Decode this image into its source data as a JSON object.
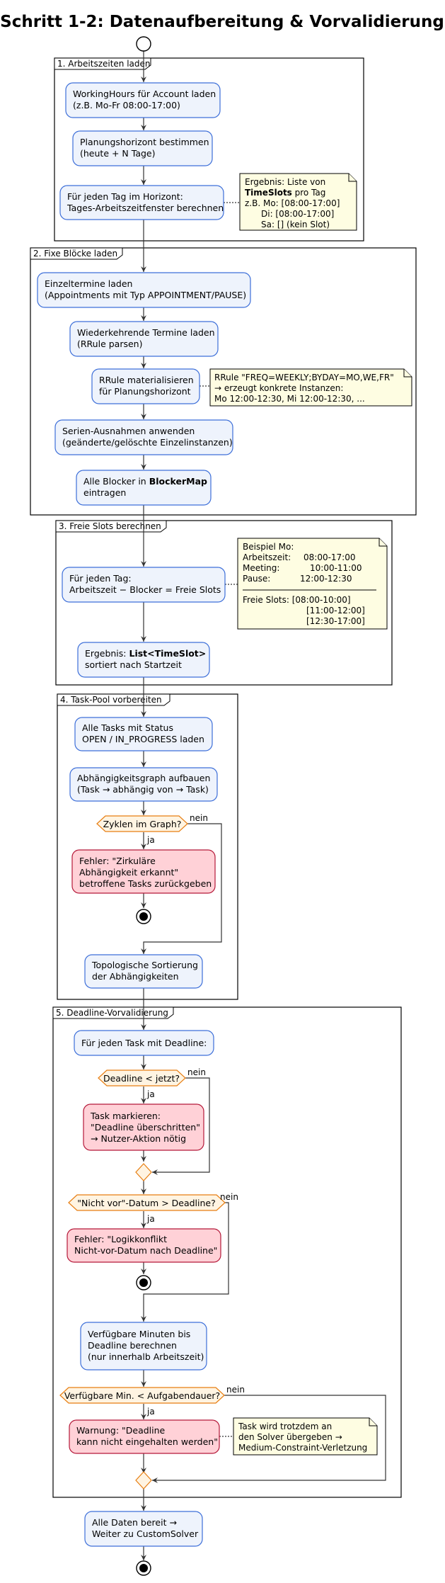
{
  "title": "Schritt 1-2: Datenaufbereitung & Vorvalidierung",
  "partitions": {
    "p1": "1. Arbeitszeiten laden",
    "p2": "2. Fixe Blöcke laden",
    "p3": "3. Freie Slots berechnen",
    "p4": "4. Task-Pool vorbereiten",
    "p5": "5. Deadline-Vorvalidierung"
  },
  "acts": {
    "a1": [
      "WorkingHours für Account laden",
      "(z.B. Mo-Fr 08:00-17:00)"
    ],
    "a2": [
      "Planungshorizont bestimmen",
      "(heute + N Tage)"
    ],
    "a3": [
      "Für jeden Tag im Horizont:",
      "Tages-Arbeitszeitfenster berechnen"
    ],
    "b1": [
      "Einzeltermine laden",
      "(Appointments mit Typ APPOINTMENT/PAUSE)"
    ],
    "b2": [
      "Wiederkehrende Termine laden",
      "(RRule parsen)"
    ],
    "b3": [
      "RRule materialisieren",
      "für Planungshorizont"
    ],
    "b4": [
      "Serien-Ausnahmen anwenden",
      "(geänderte/gelöschte Einzelinstanzen)"
    ],
    "b5_pre": "Alle Blocker in ",
    "b5_bold": "BlockerMap",
    "b5_line2": "eintragen",
    "c1": [
      "Für jeden Tag:",
      "Arbeitszeit − Blocker = Freie Slots"
    ],
    "c2_pre": "Ergebnis: ",
    "c2_bold": "List<TimeSlot>",
    "c2_line2": "sortiert nach Startzeit",
    "d1": [
      "Alle Tasks mit Status",
      "OPEN / IN_PROGRESS laden"
    ],
    "d2": [
      "Abhängigkeitsgraph aufbauen",
      "(Task → abhängig von → Task)"
    ],
    "d3": [
      "Topologische Sortierung",
      "der Abhängigkeiten"
    ],
    "e1": [
      "Für jeden Task mit Deadline:"
    ],
    "e2": [
      "Verfügbare Minuten bis",
      "Deadline berechnen",
      "(nur innerhalb Arbeitszeit)"
    ],
    "final": [
      "Alle Daten bereit →",
      "Weiter zu CustomSolver"
    ]
  },
  "errors": {
    "err1": [
      "Fehler: \"Zirkuläre",
      "Abhängigkeit erkannt\"",
      "betroffene Tasks zurückgeben"
    ],
    "err2": [
      "Task markieren:",
      "\"Deadline überschritten\"",
      "→ Nutzer-Aktion nötig"
    ],
    "err3": [
      "Fehler: \"Logikkonflikt",
      "Nicht-vor-Datum nach Deadline\""
    ],
    "err4": [
      "Warnung: \"Deadline",
      "kann nicht eingehalten werden\""
    ]
  },
  "decisions": {
    "q1": "Zyklen im Graph?",
    "q2": "Deadline < jetzt?",
    "q3": "\"Nicht vor\"-Datum > Deadline?",
    "q4": "Verfügbare Min. < Aufgabendauer?",
    "yes": "ja",
    "no": "nein"
  },
  "notes": {
    "n1": {
      "l1": "Ergebnis: Liste von",
      "l2_bold": "TimeSlots",
      "l2_rest": " pro Tag",
      "l3": "z.B. Mo: [08:00-17:00]",
      "l4": "Di: [08:00-17:00]",
      "l5": "Sa: [] (kein Slot)"
    },
    "n2": [
      "RRule \"FREQ=WEEKLY;BYDAY=MO,WE,FR\"",
      "→ erzeugt konkrete Instanzen:",
      "Mo 12:00-12:30, Mi 12:00-12:30, ..."
    ],
    "n3": {
      "l1": "Beispiel Mo:",
      "l2a": "Arbeitszeit:",
      "l2b": "08:00-17:00",
      "l3a": "Meeting:",
      "l3b": "10:00-11:00",
      "l4a": "Pause:",
      "l4b": "12:00-12:30",
      "l5": "Freie Slots: [08:00-10:00]",
      "l6": "[11:00-12:00]",
      "l7": "[12:30-17:00]"
    },
    "n4": [
      "Task wird trotzdem an",
      "den Solver übergeben →",
      "Medium-Constraint-Verletzung"
    ]
  }
}
